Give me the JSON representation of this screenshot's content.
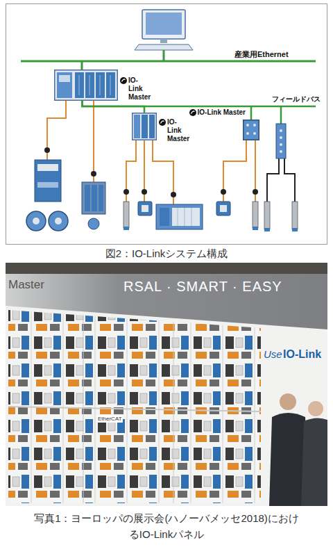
{
  "diagram": {
    "caption": "図2：IO-Linkシステム構成",
    "nodes": [
      {
        "text": [
          "IO-Link Master"
        ]
      },
      {
        "text": [
          "IO-Link Master"
        ]
      },
      {
        "text": [
          "IO-Link Master"
        ]
      }
    ],
    "edges": [
      {
        "from": 0,
        "to": 1,
        "arrow": "none"
      },
      {
        "from": 0,
        "to": 2,
        "arrow": "none"
      }
    ],
    "labels": [
      "産業用Ethernet",
      "フィールドバス",
      "写真1：ヨーロッパの展示会(ハノーバメッセ2018)におけるIO-Linkパネル",
      "Master",
      "RSAL · SMART · EASY",
      "Use",
      "IO-Link",
      "EtherCAT"
    ]
  }
}
